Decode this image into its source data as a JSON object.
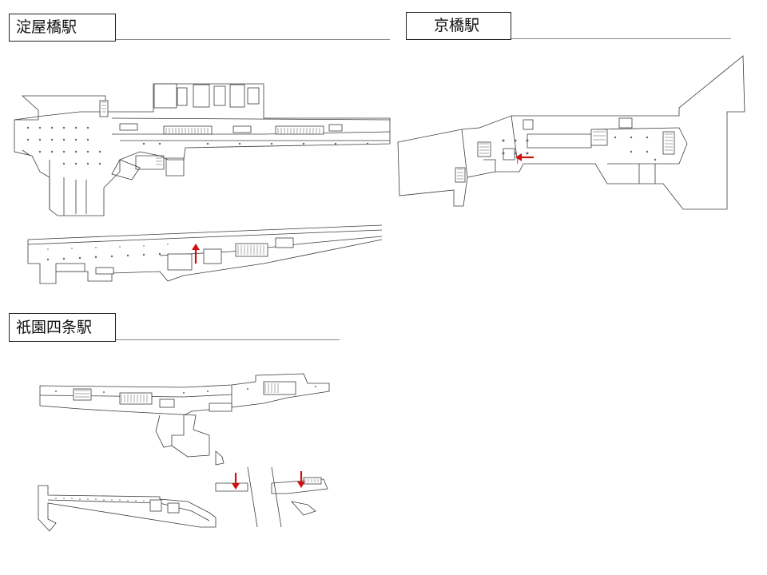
{
  "stations": [
    {
      "id": "yodoyabashi",
      "name": "淀屋橋駅"
    },
    {
      "id": "kyobashi",
      "name": "京橋駅"
    },
    {
      "id": "gion-shijo",
      "name": "祇園四条駅"
    }
  ],
  "colors": {
    "arrow": "#d01010",
    "wall": "#3c3c3c",
    "title_border": "#222222",
    "rule_line": "#8a8a8a"
  },
  "markers": [
    {
      "station": "yodoyabashi",
      "direction": "up"
    },
    {
      "station": "kyobashi",
      "direction": "left"
    },
    {
      "station": "gion-shijo",
      "direction": "down"
    },
    {
      "station": "gion-shijo",
      "direction": "down"
    }
  ]
}
